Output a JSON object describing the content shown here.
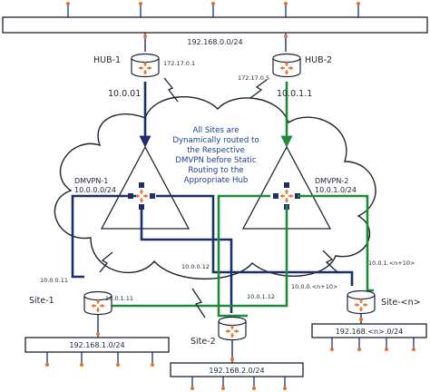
{
  "colors": {
    "navy": "#1b2f6e",
    "green": "#1f8a3a",
    "orange": "#e8702a",
    "outline": "#1b2430"
  },
  "top_lan": {
    "subnet": "192.168.0.0/24"
  },
  "hubs": [
    {
      "name": "HUB-1",
      "tunnel_ip": "10.0.01",
      "wan_ip": "172.17.0.1"
    },
    {
      "name": "HUB-2",
      "tunnel_ip": "10.0.1.1",
      "wan_ip": "172.17.0.5"
    }
  ],
  "cloud": {
    "lines": [
      "All Sites are",
      "Dynamically routed to",
      "the Respective",
      "DMVPN before Static",
      "Routing to the",
      "Appropriate Hub"
    ]
  },
  "dmvpn": [
    {
      "name": "DMVPN-1",
      "subnet": "10.0.0.0/24"
    },
    {
      "name": "DMVPN-2",
      "subnet": "10.0.1.0/24"
    }
  ],
  "sites": [
    {
      "name": "Site-1",
      "lan": "192.168.1.0/24",
      "dmvpn1_ip": "10.0.0.11",
      "dmvpn2_ip": "10.0.1.11"
    },
    {
      "name": "Site-2",
      "lan": "192.168.2.0/24",
      "dmvpn1_ip": "10.0.0.12",
      "dmvpn2_ip": "10.0.1.12"
    },
    {
      "name": "Site-<n>",
      "lan": "192.168.<n>.0/24",
      "dmvpn1_ip": "10.0.0.<n+10>",
      "dmvpn2_ip": "10.0.1.<n+10>"
    }
  ]
}
